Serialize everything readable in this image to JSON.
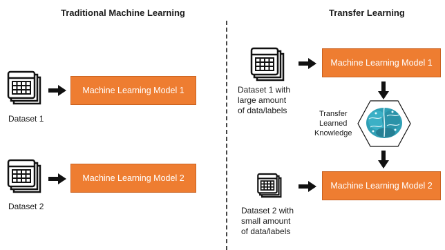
{
  "left": {
    "title": "Traditional Machine Learning",
    "model1": "Machine Learning Model 1",
    "model2": "Machine Learning Model 2",
    "dataset1": "Dataset 1",
    "dataset2": "Dataset 2"
  },
  "right": {
    "title": "Transfer Learning",
    "model1": "Machine Learning Model 1",
    "model2": "Machine Learning Model 2",
    "dataset1": [
      "Dataset 1 with",
      "large amount",
      "of data/labels"
    ],
    "dataset2": [
      "Dataset 2 with",
      "small amount",
      "of data/labels"
    ],
    "transfer": [
      "Transfer",
      "Learned",
      "Knowledge"
    ]
  },
  "colors": {
    "model_box": "#ee7d31",
    "brain": "#2f9fb5"
  },
  "icons": [
    "dataset-table-icon",
    "right-arrow-icon",
    "down-arrow-icon",
    "brain-icon"
  ]
}
